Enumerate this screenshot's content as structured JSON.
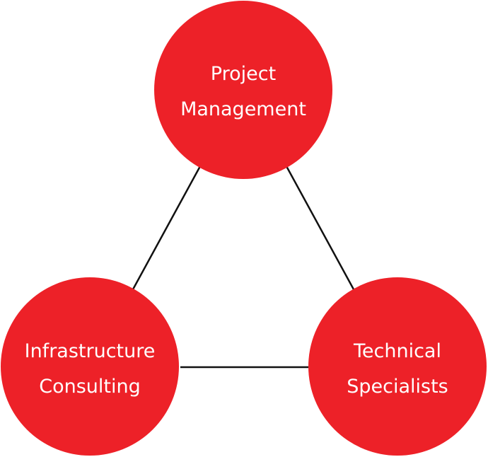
{
  "diagram": {
    "colors": {
      "node_fill": "#ed2128",
      "connector": "#111111",
      "label": "#ffffff"
    },
    "nodes": [
      {
        "id": "project-management",
        "label_line1": "Project",
        "label_line2": "Management"
      },
      {
        "id": "infrastructure-consulting",
        "label_line1": "Infrastructure",
        "label_line2": "Consulting"
      },
      {
        "id": "technical-specialists",
        "label_line1": "Technical",
        "label_line2": "Specialists"
      }
    ],
    "edges": [
      {
        "from": "project-management",
        "to": "infrastructure-consulting"
      },
      {
        "from": "project-management",
        "to": "technical-specialists"
      },
      {
        "from": "infrastructure-consulting",
        "to": "technical-specialists"
      }
    ]
  }
}
